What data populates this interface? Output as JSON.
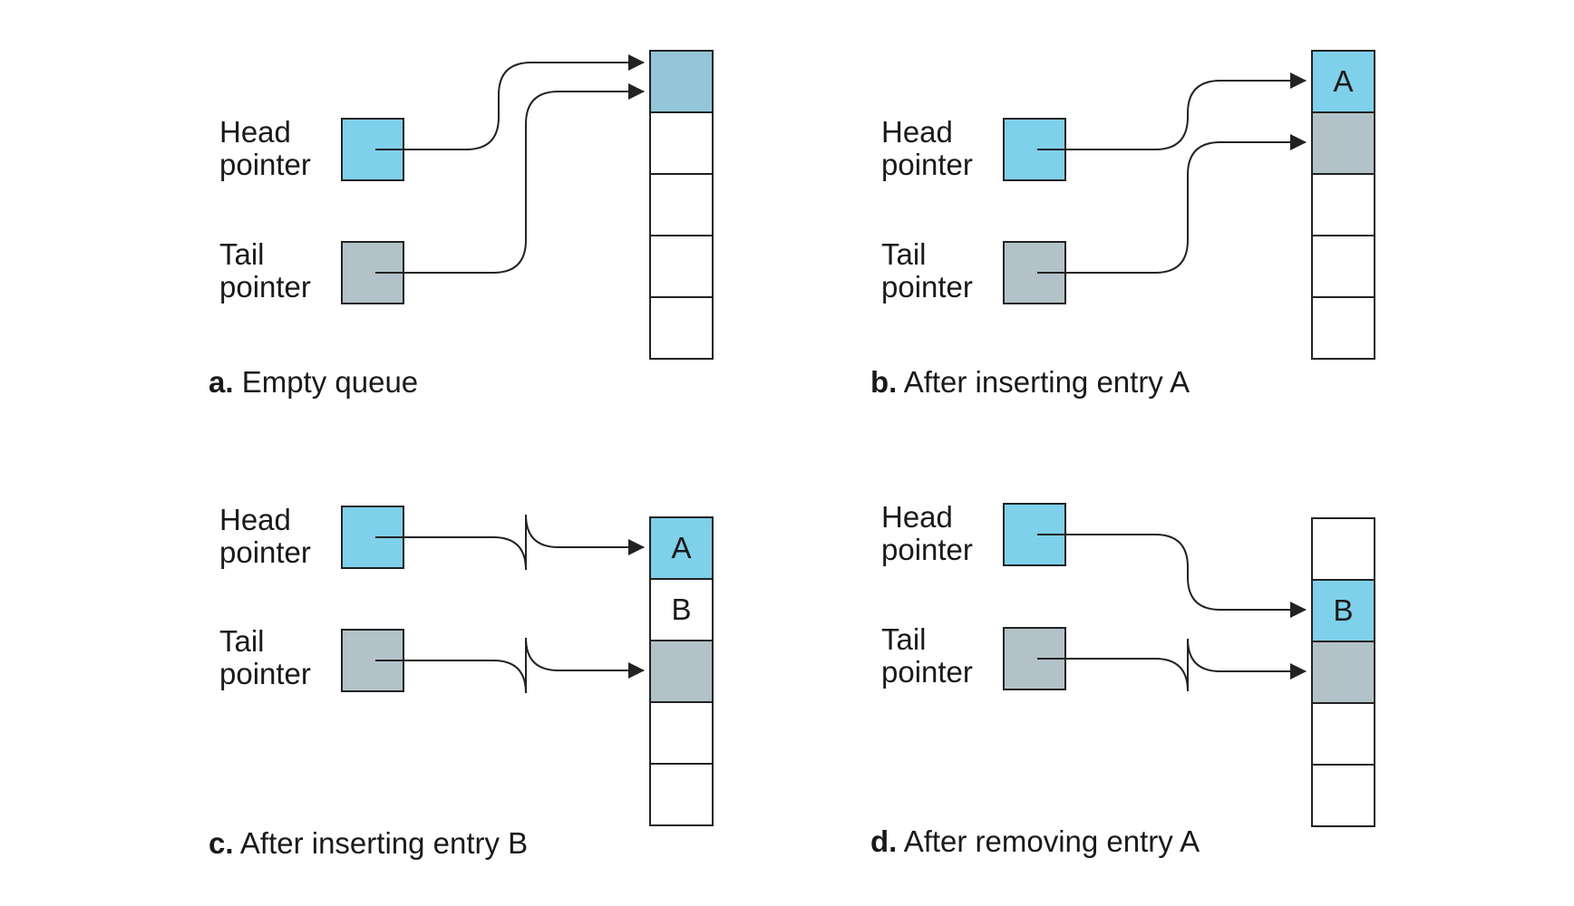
{
  "colors": {
    "head": "#7fd0ea",
    "tail": "#b3c2c8",
    "headtail": "#93c6d8",
    "line": "#222222"
  },
  "panels": [
    {
      "id": "a",
      "head_label": [
        "Head",
        "pointer"
      ],
      "tail_label": [
        "Tail",
        "pointer"
      ],
      "caption_letter": "a.",
      "caption_text": "Empty queue",
      "cells": [
        {
          "text": "",
          "role": "headtail"
        },
        {
          "text": "",
          "role": "empty"
        },
        {
          "text": "",
          "role": "empty"
        },
        {
          "text": "",
          "role": "empty"
        },
        {
          "text": "",
          "role": "empty"
        }
      ],
      "head_index": 0,
      "tail_index": 0
    },
    {
      "id": "b",
      "head_label": [
        "Head",
        "pointer"
      ],
      "tail_label": [
        "Tail",
        "pointer"
      ],
      "caption_letter": "b.",
      "caption_text": "After inserting entry A",
      "cells": [
        {
          "text": "A",
          "role": "head"
        },
        {
          "text": "",
          "role": "tail"
        },
        {
          "text": "",
          "role": "empty"
        },
        {
          "text": "",
          "role": "empty"
        },
        {
          "text": "",
          "role": "empty"
        }
      ],
      "head_index": 0,
      "tail_index": 1
    },
    {
      "id": "c",
      "head_label": [
        "Head",
        "pointer"
      ],
      "tail_label": [
        "Tail",
        "pointer"
      ],
      "caption_letter": "c.",
      "caption_text": "After inserting entry B",
      "cells": [
        {
          "text": "A",
          "role": "head"
        },
        {
          "text": "B",
          "role": "empty"
        },
        {
          "text": "",
          "role": "tail"
        },
        {
          "text": "",
          "role": "empty"
        },
        {
          "text": "",
          "role": "empty"
        }
      ],
      "head_index": 0,
      "tail_index": 2
    },
    {
      "id": "d",
      "head_label": [
        "Head",
        "pointer"
      ],
      "tail_label": [
        "Tail",
        "pointer"
      ],
      "caption_letter": "d.",
      "caption_text": "After removing entry A",
      "cells": [
        {
          "text": "",
          "role": "empty"
        },
        {
          "text": "B",
          "role": "head"
        },
        {
          "text": "",
          "role": "tail"
        },
        {
          "text": "",
          "role": "empty"
        },
        {
          "text": "",
          "role": "empty"
        }
      ],
      "head_index": 1,
      "tail_index": 2
    }
  ]
}
